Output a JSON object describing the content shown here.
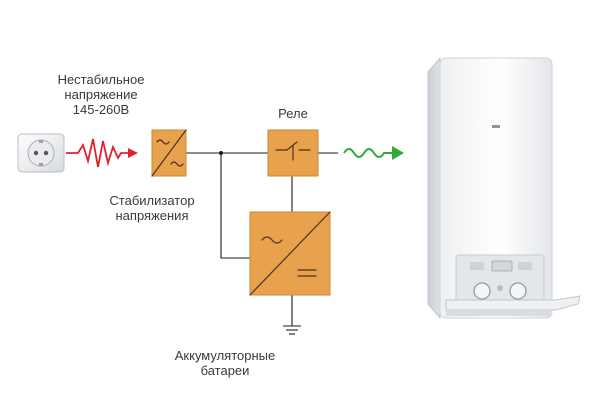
{
  "labels": {
    "unstable_voltage_line1": "Нестабильное",
    "unstable_voltage_line2": "напряжение",
    "unstable_voltage_line3": "145-260В",
    "relay": "Реле",
    "stabilizer_line1": "Стабилизатор",
    "stabilizer_line2": "напряжения",
    "batteries_line1": "Аккумуляторные",
    "batteries_line2": "батареи"
  },
  "colors": {
    "block_fill": "#e8a14c",
    "unstable_signal": "#e0232a",
    "stable_signal": "#2faa3a",
    "wire": "#1c1c1c"
  },
  "icons": [
    "power-socket-icon",
    "gas-boiler-icon"
  ]
}
